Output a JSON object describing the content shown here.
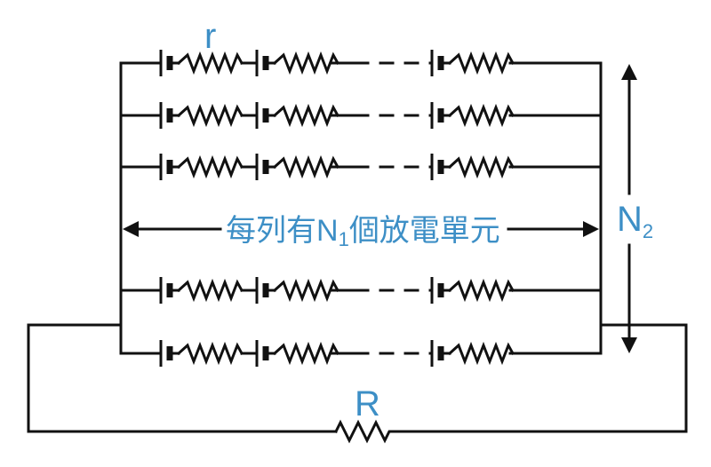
{
  "diagram": {
    "labels": {
      "cell_resistance": "r",
      "load_resistance": "R",
      "rows_symbol": "N",
      "rows_subscript": "2",
      "row_caption_prefix": "每列有",
      "row_caption_symbol": "N",
      "row_caption_subscript": "1",
      "row_caption_suffix": "個放電單元"
    },
    "colors": {
      "wire": "#111111",
      "label": "#3d8fc6"
    },
    "structure": {
      "visible_rows": 5,
      "cells_per_row_drawn": 3,
      "icons": [
        "battery-cell-icon",
        "resistor-icon",
        "double-arrow-icon"
      ]
    }
  }
}
